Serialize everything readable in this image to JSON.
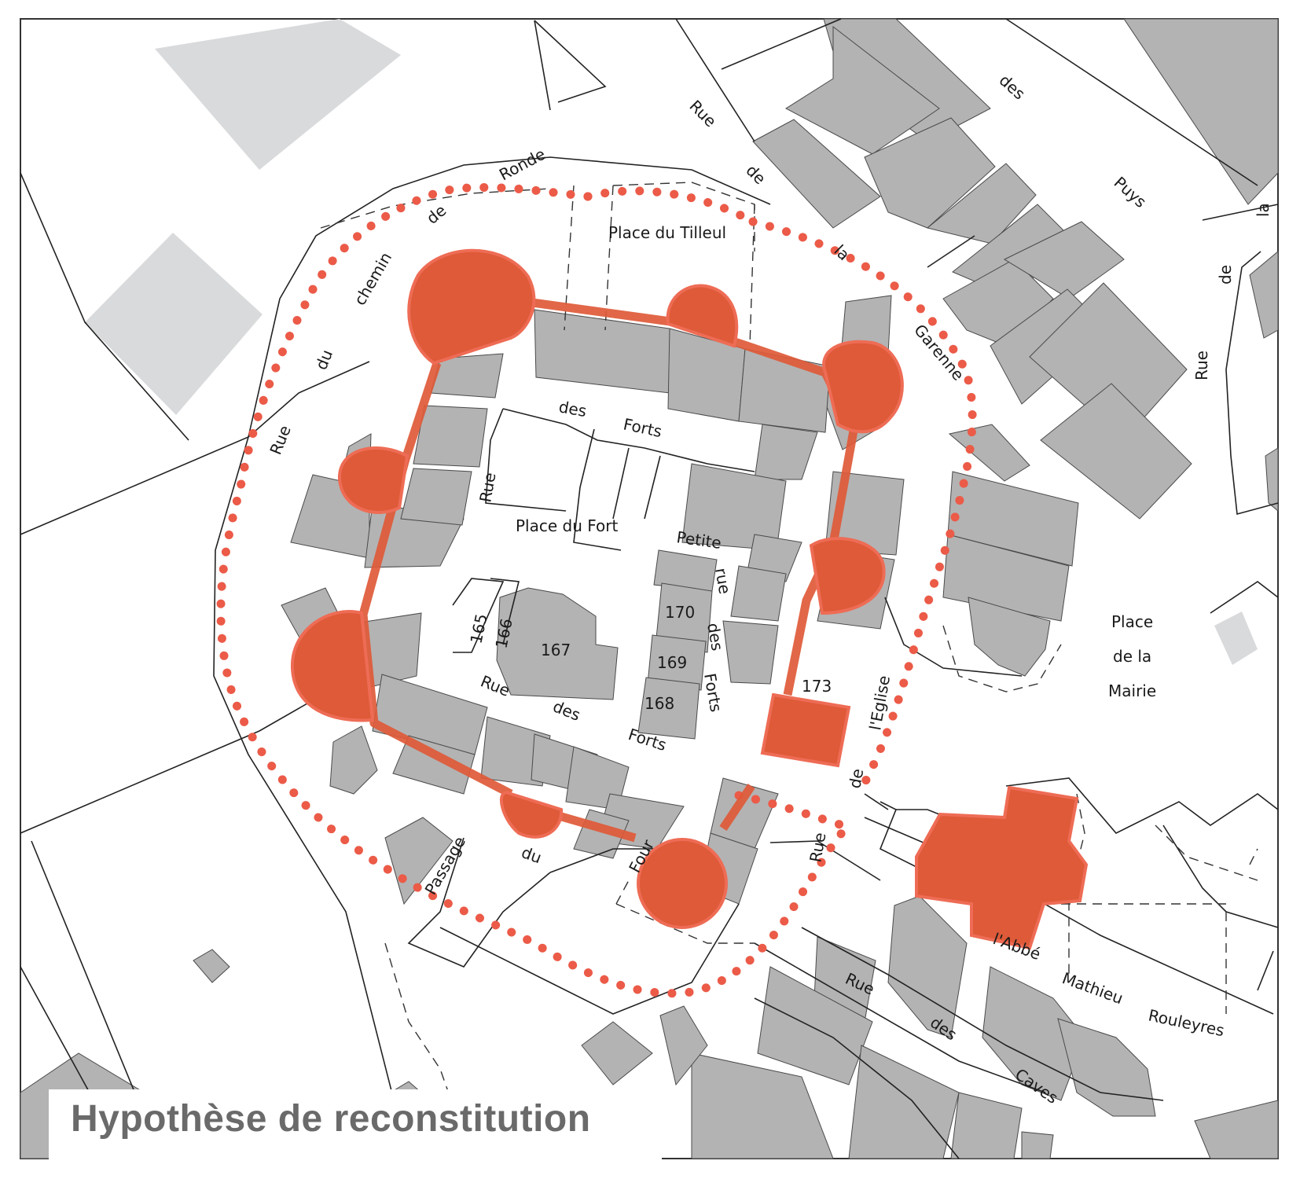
{
  "title": "Hypothèse de reconstitution",
  "colors": {
    "building": "#b3b3b3",
    "building_light": "#d9dadc",
    "reconstruction": "#de5a38",
    "reconstruction_light": "#ee6c55",
    "dots": "#eb5b48",
    "parcel_line": "#222222",
    "title": "#6a6a6a"
  },
  "street_labels": [
    "Rue",
    "de",
    "la",
    "Garenne",
    "des",
    "Puys",
    "Rue",
    "de",
    "la",
    "Rue",
    "du",
    "chemin",
    "de",
    "Ronde",
    "Place du Tilleul",
    "des",
    "Forts",
    "Rue",
    "Place du Fort",
    "Petite",
    "rue",
    "des",
    "Forts",
    "Rue",
    "des",
    "Forts",
    "l'Eglise",
    "de",
    "Rue",
    "Place",
    "de la",
    "Mairie",
    "Passage",
    "du",
    "Four",
    "l'Abbé",
    "Mathieu",
    "Rouleyres",
    "Rue",
    "des",
    "Caves"
  ],
  "parcel_numbers": [
    "165",
    "166",
    "167",
    "170",
    "169",
    "168",
    "173"
  ]
}
